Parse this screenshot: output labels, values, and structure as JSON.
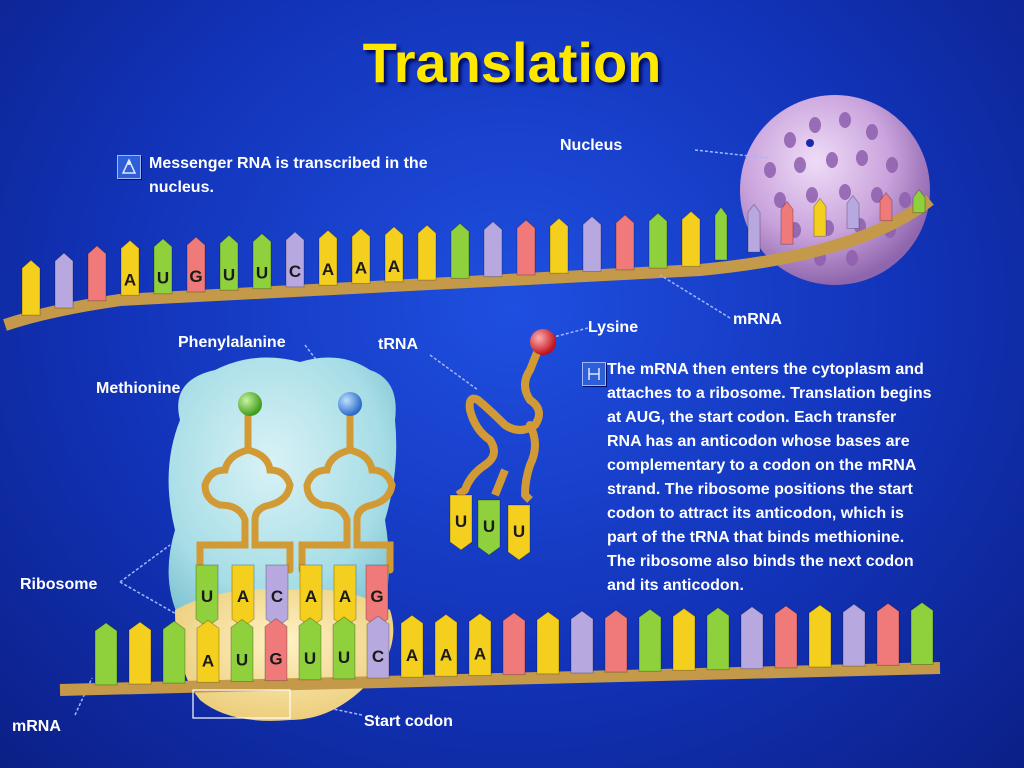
{
  "title": "Translation",
  "labels": {
    "nucleus": "Nucleus",
    "mrna_top": "mRNA",
    "lysine": "Lysine",
    "trna": "tRNA",
    "phenylalanine": "Phenylalanine",
    "methionine": "Methionine",
    "ribosome": "Ribosome",
    "mrna_bottom": "mRNA",
    "start_codon": "Start codon"
  },
  "paragraphs": {
    "p1_line1": "Messenger RNA is transcribed in the",
    "p1_line2": "nucleus.",
    "p2_lines": [
      "The mRNA then enters the cytoplasm and",
      "attaches to a ribosome. Translation begins",
      "at AUG, the start codon.  Each transfer",
      "RNA has an anticodon whose bases are",
      "complementary to a codon on the mRNA",
      "strand. The ribosome positions the start",
      "codon to attract its anticodon, which is",
      "part of the tRNA that binds methionine.",
      "The ribosome also binds the next codon",
      "and its anticodon."
    ]
  },
  "bases": {
    "top_strand": [
      "A",
      "U",
      "G",
      "U",
      "U",
      "C",
      "A",
      "A",
      "A"
    ],
    "trna_free": [
      "U",
      "U",
      "U"
    ],
    "anticodons": [
      "U",
      "A",
      "C",
      "A",
      "A",
      "G"
    ],
    "bottom_strand": [
      "A",
      "U",
      "G",
      "U",
      "U",
      "C",
      "A",
      "A",
      "A"
    ]
  },
  "colors": {
    "background": "#1233b8",
    "title": "#ffe800",
    "base_A": "#f5cf1d",
    "base_U": "#8fd13c",
    "base_G": "#f07a7a",
    "base_C": "#b8a8e0",
    "backbone": "#c49a4a",
    "nucleus": "#c9a3dc",
    "ribosome": "#a7dde6",
    "trna": "#d29a35"
  },
  "icons": [
    "note-icon"
  ]
}
